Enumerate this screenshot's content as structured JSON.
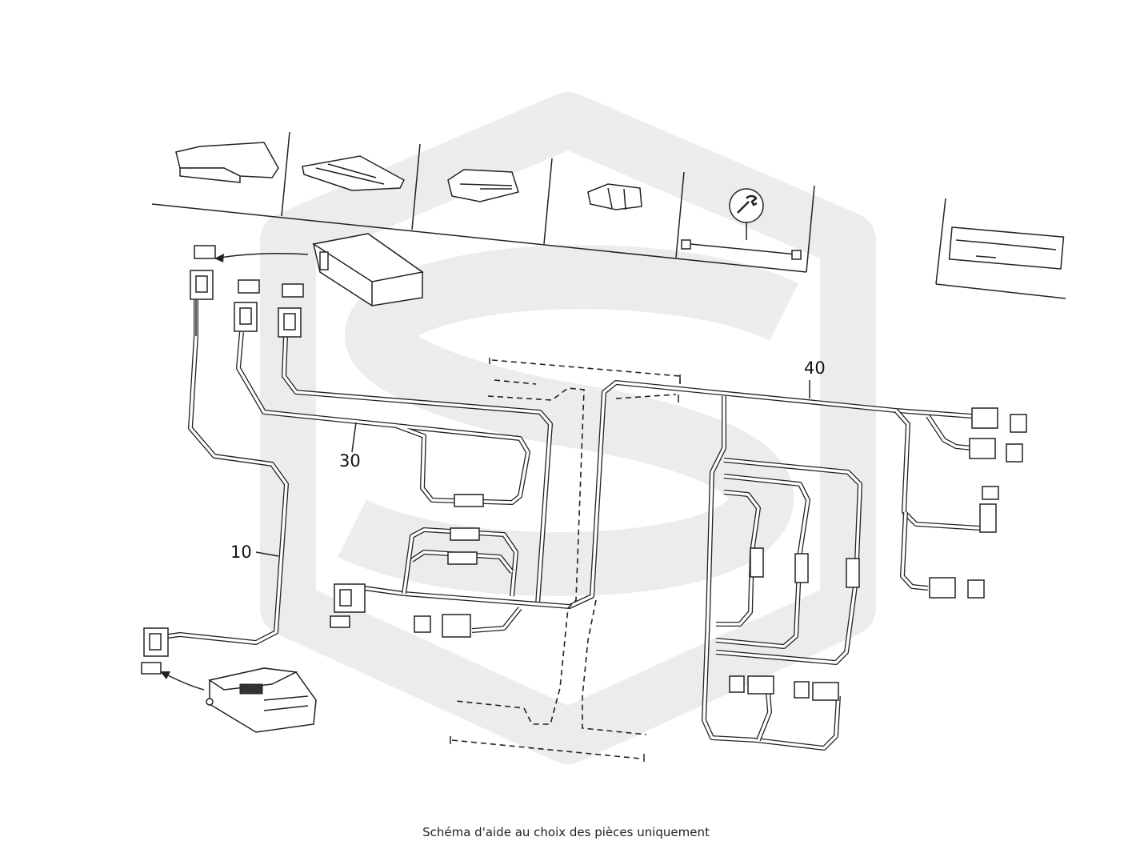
{
  "callouts": {
    "c10": "10",
    "c30": "30",
    "c40": "40"
  },
  "footer": "Schéma d'aide au choix des pièces uniquement",
  "icons": [
    "wrench-icon",
    "arrow-icon"
  ],
  "colors": {
    "line": "#222222",
    "watermark": "#e8e8e8",
    "background": "#ffffff"
  }
}
